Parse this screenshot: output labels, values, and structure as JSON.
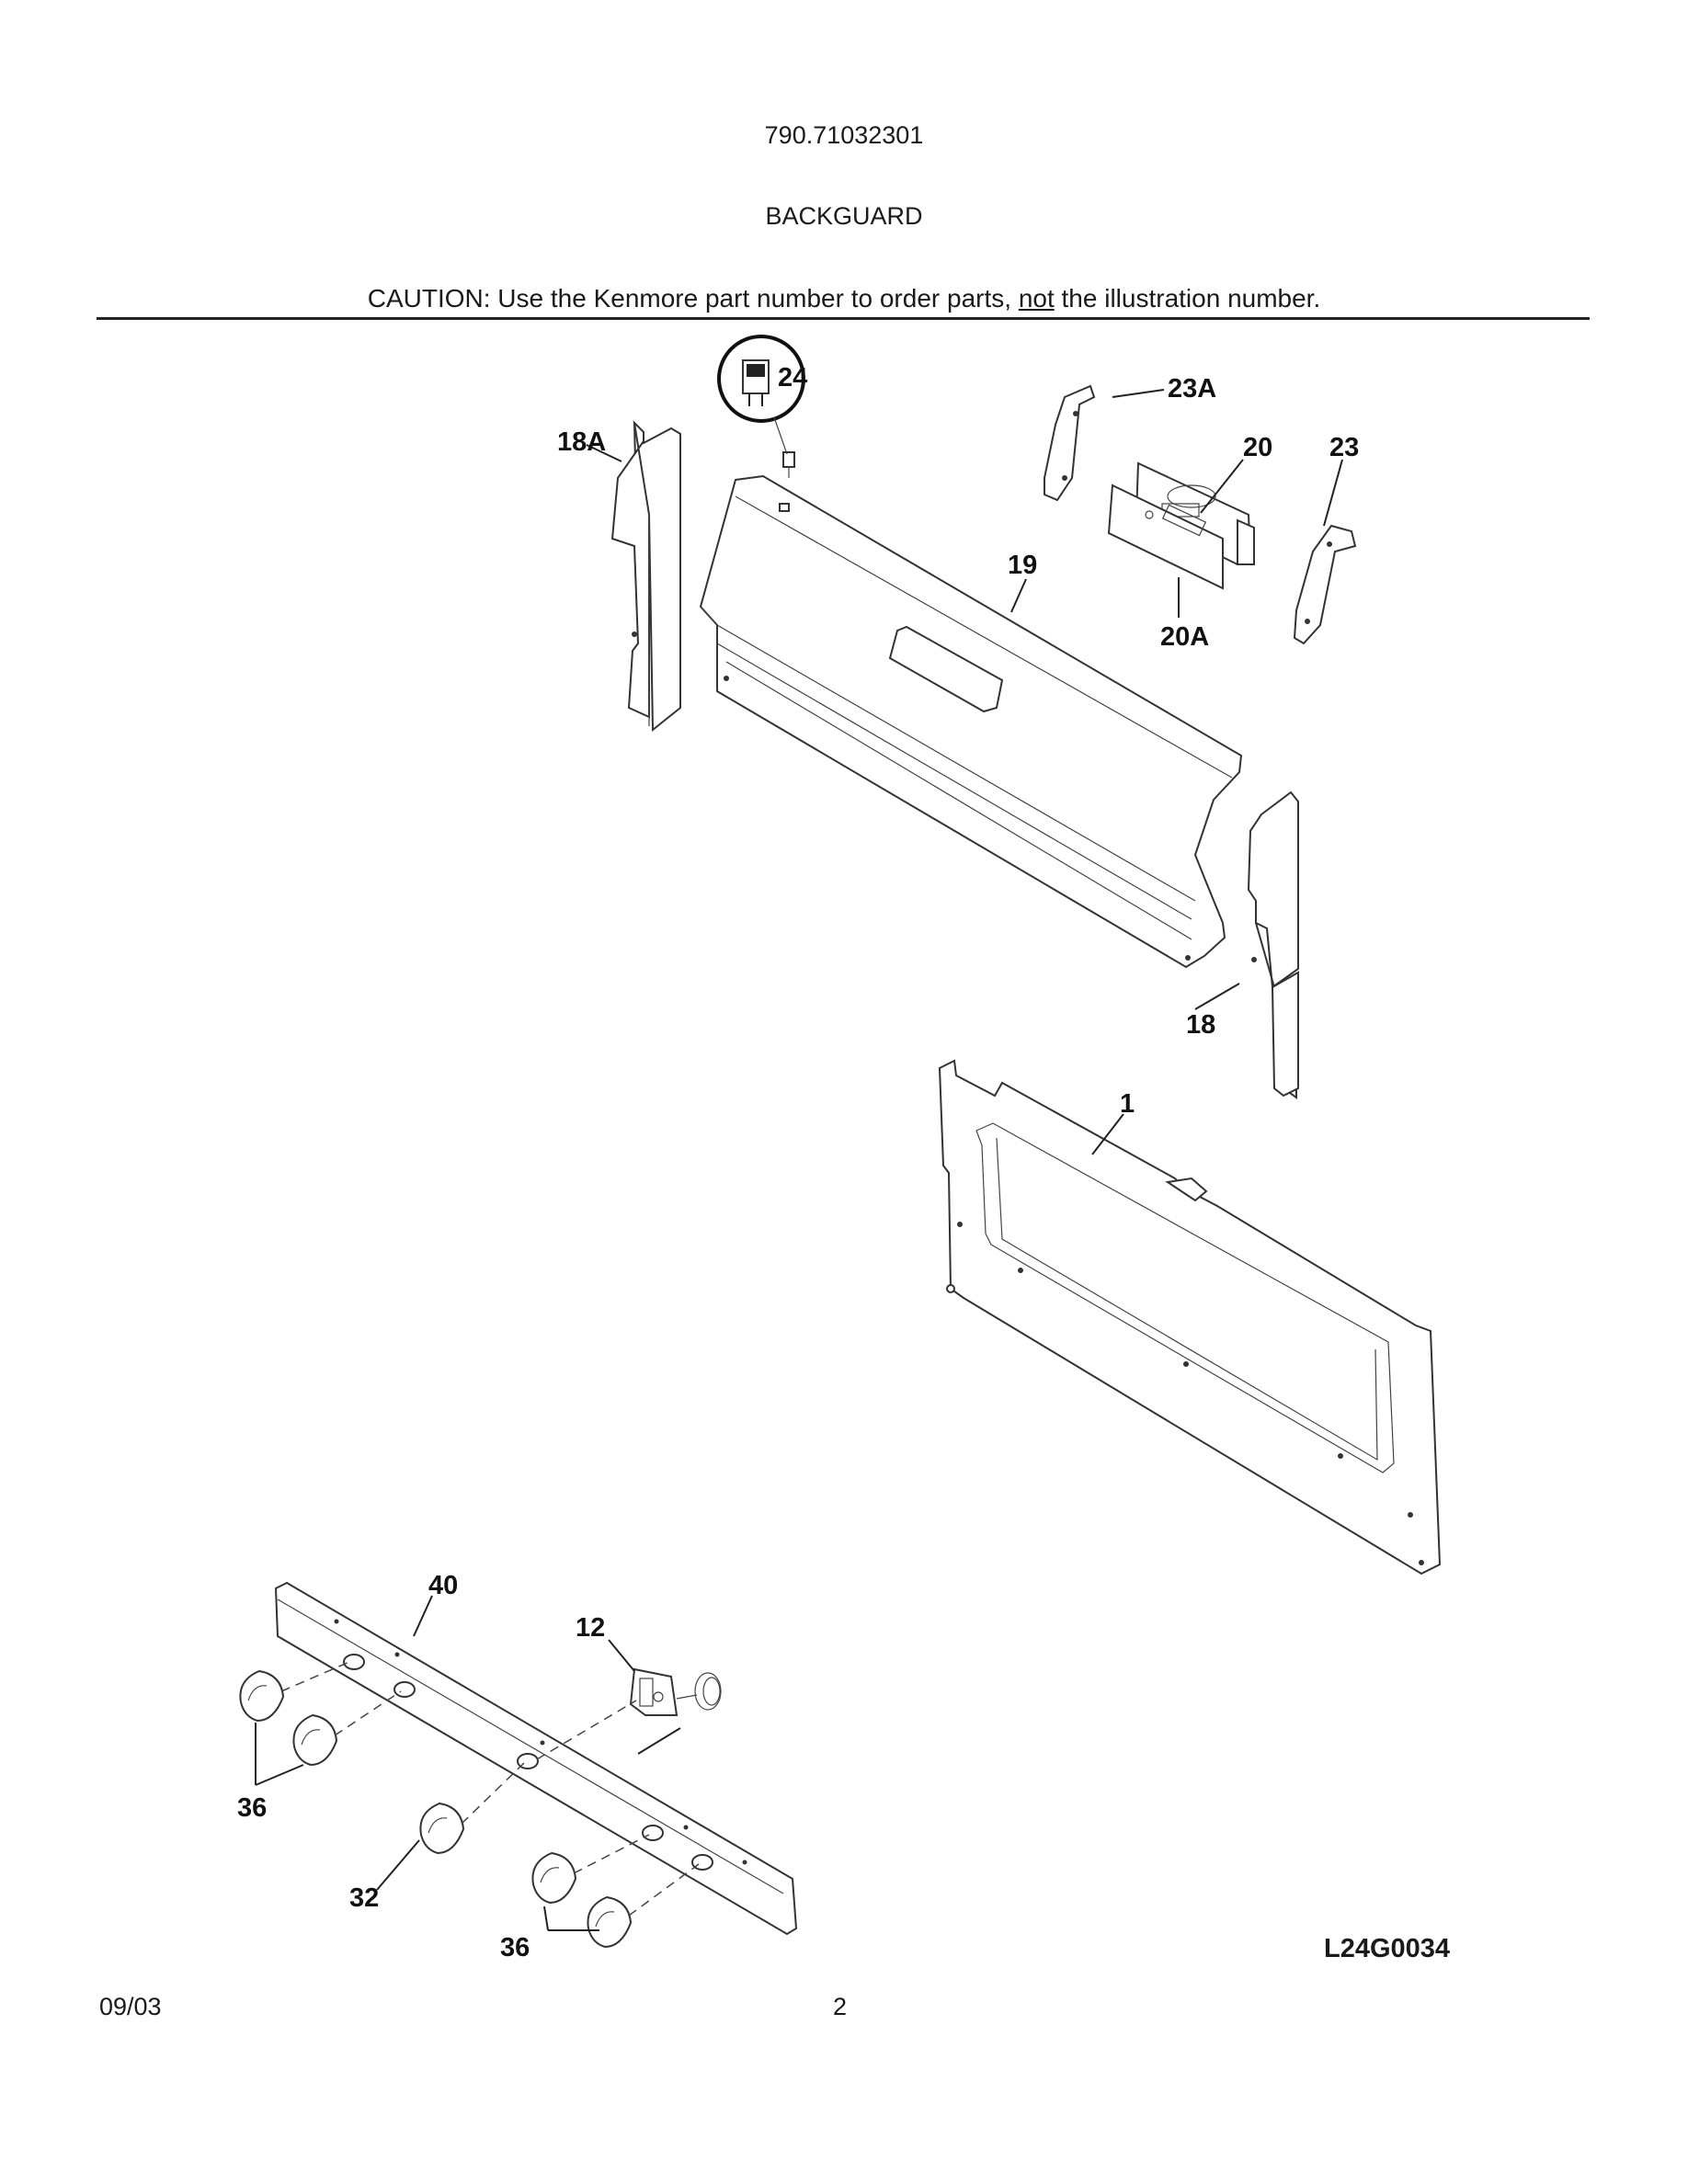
{
  "header": {
    "model_number": "790.71032301",
    "section_title": "BACKGUARD",
    "caution_prefix": "CAUTION: Use the Kenmore part number to order parts, ",
    "caution_emphasis": "not",
    "caution_suffix": " the illustration number."
  },
  "callouts": {
    "c24": "24",
    "c23A": "23A",
    "c18A": "18A",
    "c20": "20",
    "c23": "23",
    "c19": "19",
    "c20A": "20A",
    "c18": "18",
    "c1": "1",
    "c40": "40",
    "c12": "12",
    "c36a": "36",
    "c32": "32",
    "c36b": "36"
  },
  "footer": {
    "illustration_id": "L24G0034",
    "date": "09/03",
    "page_number": "2"
  }
}
